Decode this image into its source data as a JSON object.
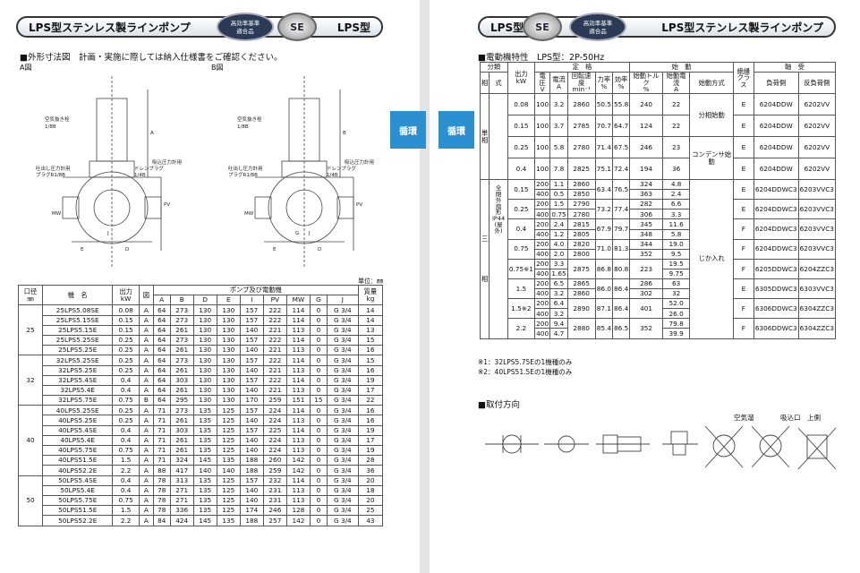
{
  "left": {
    "header_title": "LPS型ステンレス製ラインポンプ",
    "header_model": "LPS型",
    "badge": "高効率基準\n適合品",
    "se_logo": "SE",
    "section_title": "■外形寸法図　計画・実施に際しては納入仕様書をご確認ください。",
    "fig_a": "A図",
    "fig_b": "B図",
    "drawing_labels": {
      "air_vent": "空気抜き栓",
      "air_vent_size": "1/8B",
      "drain": "ドレンプラグ",
      "drain_size": "1/4B",
      "pressure": "吐出し圧力計用",
      "pressure_size": "プラグR1/8B",
      "suction_pressure": "吸込圧力計用",
      "suction_size": "プラグR1/8B",
      "E": "E",
      "D": "D",
      "A": "A",
      "B": "B",
      "PV": "PV",
      "MW": "MW",
      "G": "G",
      "J": "J"
    },
    "unit": "単位：㎜",
    "table": {
      "h_bore": "口径",
      "h_bore_unit": "㎜",
      "h_model": "機　名",
      "h_output": "出力",
      "h_output_unit": "kW",
      "h_fig": "図",
      "h_dims": "ポンプ及び電動機",
      "h_mass": "質量",
      "h_mass_unit": "kg",
      "cols": [
        "A",
        "B",
        "D",
        "E",
        "I",
        "PV",
        "MW",
        "G",
        "J"
      ],
      "groups": [
        {
          "bore": "25",
          "rows": [
            [
              "25LPS5.08SE",
              "0.08",
              "A",
              "64",
              "273",
              "130",
              "130",
              "157",
              "222",
              "114",
              "0",
              "G 3/4",
              "14"
            ],
            [
              "25LPS5.15SE",
              "0.15",
              "A",
              "64",
              "273",
              "130",
              "130",
              "157",
              "222",
              "114",
              "0",
              "G 3/4",
              "14"
            ],
            [
              "25LPS5.15E",
              "0.15",
              "A",
              "64",
              "261",
              "130",
              "130",
              "140",
              "221",
              "113",
              "0",
              "G 3/4",
              "13"
            ],
            [
              "25LPS5.25SE",
              "0.25",
              "A",
              "64",
              "273",
              "130",
              "130",
              "157",
              "222",
              "114",
              "0",
              "G 3/4",
              "15"
            ],
            [
              "25LPS5.25E",
              "0.25",
              "A",
              "64",
              "261",
              "130",
              "130",
              "140",
              "221",
              "113",
              "0",
              "G 3/4",
              "16"
            ]
          ]
        },
        {
          "bore": "32",
          "rows": [
            [
              "32LPS5.25SE",
              "0.25",
              "A",
              "64",
              "273",
              "130",
              "130",
              "157",
              "222",
              "114",
              "0",
              "G 3/4",
              "15"
            ],
            [
              "32LPS5.25E",
              "0.25",
              "A",
              "64",
              "261",
              "130",
              "130",
              "140",
              "221",
              "113",
              "0",
              "G 3/4",
              "16"
            ],
            [
              "32LPS5.4SE",
              "0.4",
              "A",
              "64",
              "303",
              "130",
              "130",
              "157",
              "222",
              "114",
              "0",
              "G 3/4",
              "19"
            ],
            [
              "32LPS5.4E",
              "0.4",
              "A",
              "64",
              "261",
              "130",
              "130",
              "140",
              "221",
              "113",
              "0",
              "G 3/4",
              "17"
            ],
            [
              "32LPS5.75E",
              "0.75",
              "B",
              "64",
              "295",
              "130",
              "130",
              "170",
              "259",
              "151",
              "15",
              "G 3/4",
              "22"
            ]
          ]
        },
        {
          "bore": "40",
          "rows": [
            [
              "40LPS5.25SE",
              "0.25",
              "A",
              "71",
              "273",
              "135",
              "125",
              "157",
              "224",
              "114",
              "0",
              "G 3/4",
              "16"
            ],
            [
              "40LPS5.25E",
              "0.25",
              "A",
              "71",
              "261",
              "135",
              "125",
              "140",
              "224",
              "113",
              "0",
              "G 3/4",
              "16"
            ],
            [
              "40LPS5.4SE",
              "0.4",
              "A",
              "71",
              "303",
              "135",
              "125",
              "157",
              "225",
              "114",
              "0",
              "G 3/4",
              "19"
            ],
            [
              "40LPS5.4E",
              "0.4",
              "A",
              "71",
              "261",
              "135",
              "125",
              "140",
              "224",
              "113",
              "0",
              "G 3/4",
              "17"
            ],
            [
              "40LPS5.75E",
              "0.75",
              "A",
              "71",
              "261",
              "135",
              "125",
              "140",
              "224",
              "113",
              "0",
              "G 3/4",
              "19"
            ],
            [
              "40LPS51.5E",
              "1.5",
              "A",
              "71",
              "324",
              "145",
              "135",
              "188",
              "260",
              "142",
              "0",
              "G 3/4",
              "28"
            ],
            [
              "40LPS52.2E",
              "2.2",
              "A",
              "88",
              "417",
              "140",
              "140",
              "188",
              "259",
              "142",
              "0",
              "G 3/4",
              "36"
            ]
          ]
        },
        {
          "bore": "50",
          "rows": [
            [
              "50LPS5.4SE",
              "0.4",
              "A",
              "78",
              "313",
              "135",
              "125",
              "157",
              "232",
              "114",
              "0",
              "G 3/4",
              "20"
            ],
            [
              "50LPS5.4E",
              "0.4",
              "A",
              "78",
              "271",
              "135",
              "125",
              "140",
              "231",
              "113",
              "0",
              "G 3/4",
              "18"
            ],
            [
              "50LPS5.75E",
              "0.75",
              "A",
              "78",
              "271",
              "135",
              "125",
              "140",
              "231",
              "113",
              "0",
              "G 3/4",
              "20"
            ],
            [
              "50LPS51.5E",
              "1.5",
              "A",
              "78",
              "336",
              "135",
              "125",
              "174",
              "246",
              "128",
              "0",
              "G 3/4",
              "25"
            ],
            [
              "50LPS52.2E",
              "2.2",
              "A",
              "84",
              "424",
              "145",
              "135",
              "188",
              "257",
              "142",
              "0",
              "G 3/4",
              "43"
            ]
          ]
        }
      ]
    }
  },
  "right": {
    "header_model": "LPS型",
    "header_title": "LPS型ステンレス製ラインポンプ",
    "badge": "高効率基準\n適合品",
    "se_logo": "SE",
    "section_title": "■電動機特性　LPS型：2P-50Hz",
    "table": {
      "h_bunrui": "分類",
      "h_phase": "相",
      "h_type": "式",
      "h_output": "出力",
      "h_output_unit": "kW",
      "h_rated": "定　格",
      "h_start": "始　動",
      "h_insul": "絶縁",
      "h_insul2": "クラス",
      "h_bearing": "軸　受",
      "h_voltage": "電圧",
      "h_voltage_unit": "V",
      "h_current": "電流",
      "h_current_unit": "A",
      "h_speed": "回転速度",
      "h_speed_unit": "min⁻¹",
      "h_pf": "力率",
      "h_pf_unit": "%",
      "h_eff": "効率",
      "h_eff_unit": "%",
      "h_torque": "始動トルク",
      "h_torque_unit": "%",
      "h_scur": "始動電流",
      "h_scur_unit": "A",
      "h_method": "始動方式",
      "h_load": "負荷側",
      "h_anti": "反負荷側",
      "single": "単相",
      "three": "三相",
      "enclosure": "全閉外扇形",
      "ip": "IP44",
      "outdoor": "(屋外)",
      "method_split": "分相始動",
      "method_cap": "コンデンサ始動",
      "method_direct": "じか入れ",
      "single_rows": [
        [
          "0.08",
          "100",
          "3.2",
          "2860",
          "50.5",
          "55.8",
          "240",
          "22",
          "E",
          "6204DDW",
          "6202VV"
        ],
        [
          "0.15",
          "100",
          "3.7",
          "2785",
          "70.7",
          "64.7",
          "124",
          "22",
          "E",
          "6204DDW",
          "6202VV"
        ],
        [
          "0.25",
          "100",
          "5.8",
          "2780",
          "71.4",
          "67.5",
          "246",
          "23",
          "E",
          "6204DDW",
          "6202VV"
        ],
        [
          "0.4",
          "100",
          "7.8",
          "2825",
          "75.1",
          "72.4",
          "194",
          "36",
          "E",
          "6204DDW",
          "6202VV"
        ]
      ],
      "three_rows": [
        {
          "kw": "0.15",
          "v": [
            "200",
            "400"
          ],
          "a": [
            "1.1",
            "0.5"
          ],
          "rpm": [
            "2860",
            "2850"
          ],
          "pf": "63.4",
          "eff": "76.5",
          "tq": [
            "324",
            "363"
          ],
          "sa": [
            "4.8",
            "2.4"
          ],
          "ins": "E",
          "b1": "6204DDWC3",
          "b2": "6203VVC3"
        },
        {
          "kw": "0.25",
          "v": [
            "200",
            "400"
          ],
          "a": [
            "1.5",
            "0.75"
          ],
          "rpm": [
            "2790",
            "2780"
          ],
          "pf": "73.2",
          "eff": "77.4",
          "tq": [
            "282",
            "306"
          ],
          "sa": [
            "6.6",
            "3.3"
          ],
          "ins": "E",
          "b1": "6204DDWC3",
          "b2": "6203VVC3"
        },
        {
          "kw": "0.4",
          "v": [
            "200",
            "400"
          ],
          "a": [
            "2.4",
            "1.2"
          ],
          "rpm": [
            "2815",
            "2805"
          ],
          "pf": "67.9",
          "eff": "79.7",
          "tq": [
            "345",
            "348"
          ],
          "sa": [
            "11.6",
            "5.8"
          ],
          "ins": "F",
          "b1": "6204DDWC3",
          "b2": "6203VVC3"
        },
        {
          "kw": "0.75",
          "v": [
            "200",
            "400"
          ],
          "a": [
            "4.0",
            "2.0"
          ],
          "rpm": [
            "2820",
            "2800"
          ],
          "pf": "71.0",
          "eff": "81.3",
          "tq": [
            "344",
            "352"
          ],
          "sa": [
            "19.0",
            "9.5"
          ],
          "ins": "F",
          "b1": "6204DDWC3",
          "b2": "6203VVC3"
        },
        {
          "kw": "0.75※1",
          "v": [
            "200",
            "400"
          ],
          "a": [
            "3.3",
            "1.65"
          ],
          "rpm": [
            "2875"
          ],
          "pf": "86.8",
          "eff": "80.8",
          "tq": [
            "223"
          ],
          "sa": [
            "19.5",
            "9.75"
          ],
          "ins": "F",
          "b1": "6205DDWC3",
          "b2": "6204ZZC3"
        },
        {
          "kw": "1.5",
          "v": [
            "200",
            "400"
          ],
          "a": [
            "6.5",
            "3.2"
          ],
          "rpm": [
            "2865",
            "2860"
          ],
          "pf": "86.0",
          "eff": "86.4",
          "tq": [
            "286",
            "302"
          ],
          "sa": [
            "63",
            "32"
          ],
          "ins": "E",
          "b1": "6305DDWC3",
          "b2": "6303VVC3"
        },
        {
          "kw": "1.5※2",
          "v": [
            "200",
            "400"
          ],
          "a": [
            "6.4",
            "3.2"
          ],
          "rpm": [
            "2890"
          ],
          "pf": "87.1",
          "eff": "86.4",
          "tq": [
            "401"
          ],
          "sa": [
            "52.0",
            "26.0"
          ],
          "ins": "F",
          "b1": "6306DDWC3",
          "b2": "6304ZZC3"
        },
        {
          "kw": "2.2",
          "v": [
            "200",
            "400"
          ],
          "a": [
            "9.4",
            "4.7"
          ],
          "rpm": [
            "2880"
          ],
          "pf": "85.4",
          "eff": "86.5",
          "tq": [
            "352"
          ],
          "sa": [
            "79.8",
            "39.9"
          ],
          "ins": "F",
          "b1": "6306DDWC3",
          "b2": "6304ZZC3"
        }
      ]
    },
    "note1": "※1：32LPS5.75Eの1機種のみ",
    "note2": "※2：40LPS51.5Eの1機種のみ",
    "mount_title": "■取付方向",
    "mount_air": "空気溜",
    "mount_suction": "吸込口　上側"
  },
  "tab_left": "循環",
  "tab_right": "循環",
  "colors": {
    "tab": "#2c8fd0",
    "badge": "#2b3a55"
  }
}
